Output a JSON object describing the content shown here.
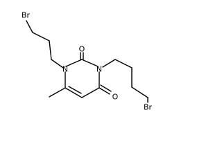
{
  "molecule": {
    "atoms": {
      "br_top": "Br",
      "n1": "N",
      "n3": "N",
      "o2": "O",
      "o4": "O",
      "br_bottom": "Br"
    }
  }
}
